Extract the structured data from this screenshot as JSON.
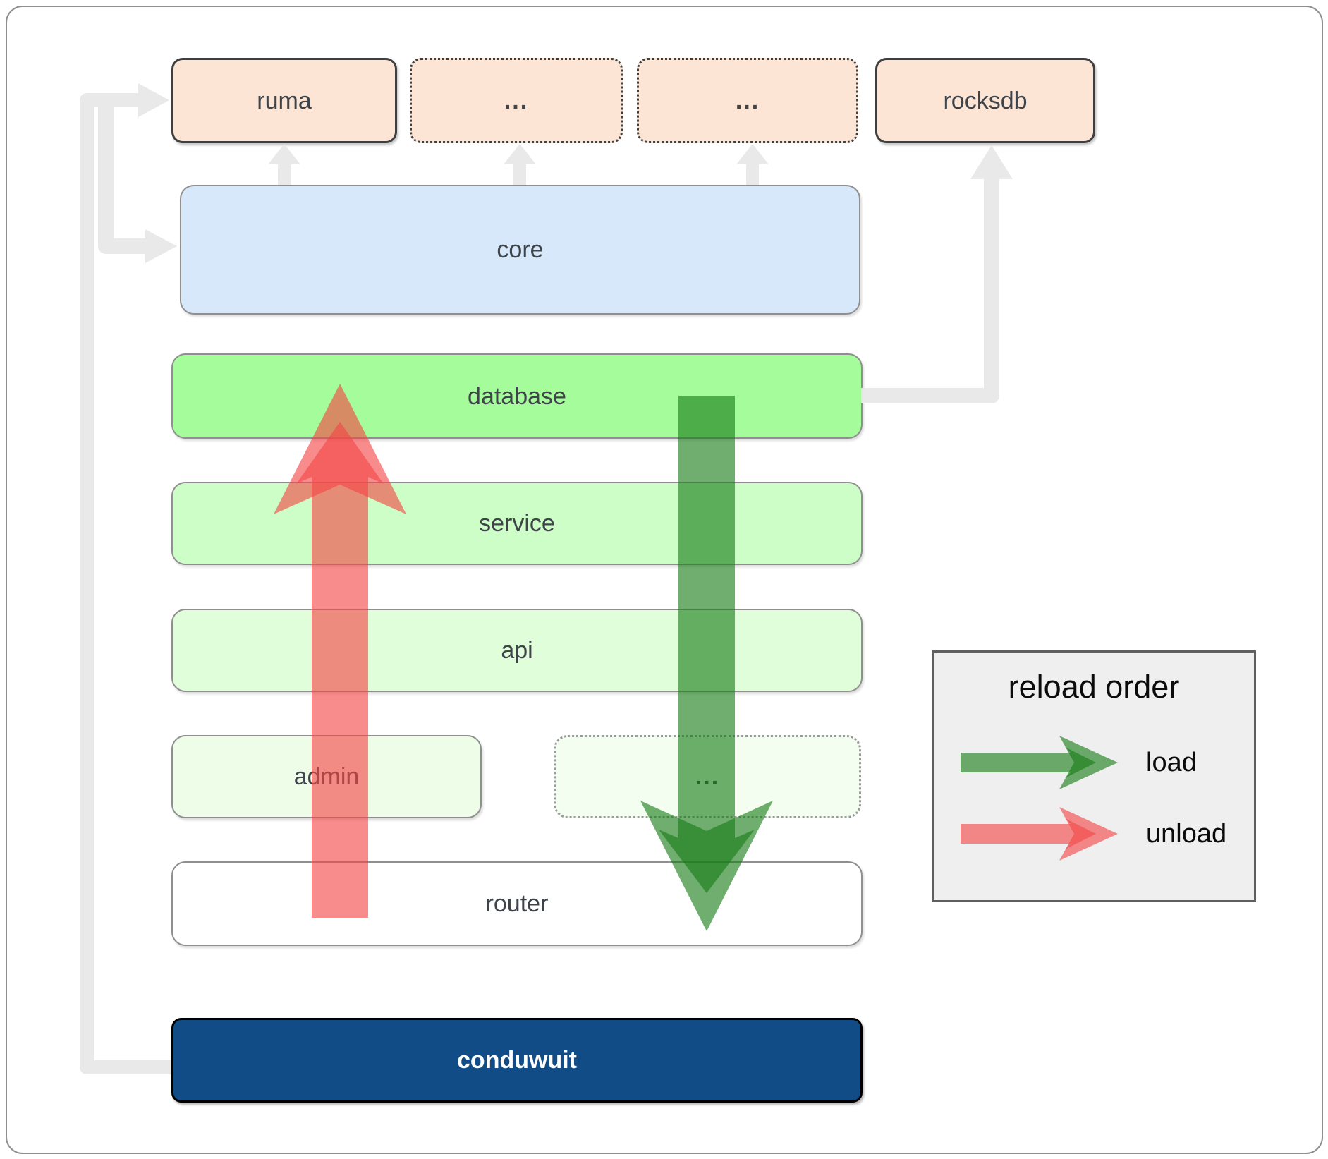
{
  "diagram": {
    "nodes": {
      "ruma": {
        "label": "ruma"
      },
      "dep1": {
        "label": "..."
      },
      "dep2": {
        "label": "..."
      },
      "rocksdb": {
        "label": "rocksdb"
      },
      "core": {
        "label": "core"
      },
      "database": {
        "label": "database"
      },
      "service": {
        "label": "service"
      },
      "api": {
        "label": "api"
      },
      "admin": {
        "label": "admin"
      },
      "admin_more": {
        "label": "..."
      },
      "router": {
        "label": "router"
      },
      "conduwuit": {
        "label": "conduwuit"
      }
    },
    "legend": {
      "title": "reload order",
      "load_label": "load",
      "unload_label": "unload"
    },
    "colors": {
      "load_arrow": "#167d16",
      "unload_arrow": "#f34545",
      "connector": "#e9e9e9",
      "node_peach": "#fce5d5",
      "node_blue": "#d7e8fa",
      "node_green_bright": "#a5fc9a",
      "node_green_light": "#cdfec7",
      "node_green_lighter": "#e1fedb",
      "node_green_faint": "#edfde8",
      "node_green_faintest": "#f3fef0",
      "node_navy": "#114c86",
      "label_text": "#3f444a"
    }
  }
}
